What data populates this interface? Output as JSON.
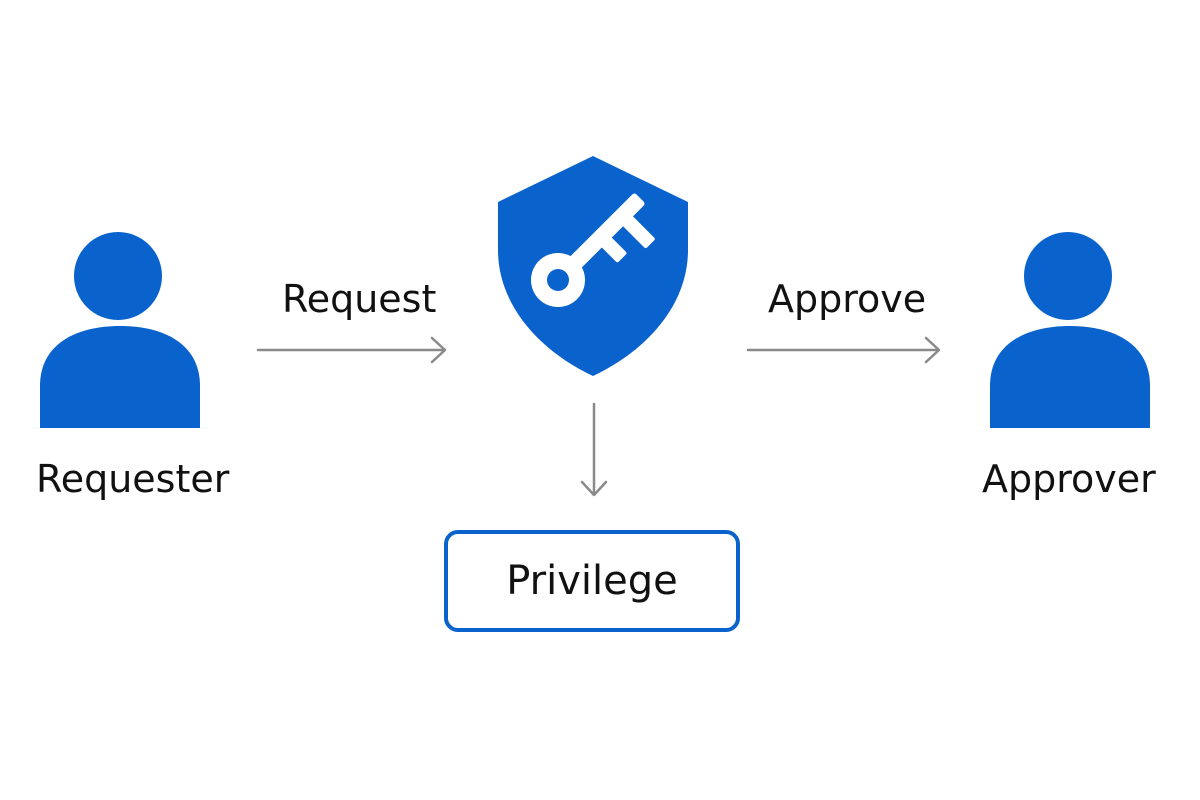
{
  "colors": {
    "accent": "#0a62cd",
    "arrow": "#8a8a8a",
    "text": "#111111",
    "background": "#ffffff"
  },
  "nodes": {
    "requester": {
      "label": "Requester",
      "icon": "person-icon"
    },
    "approver": {
      "label": "Approver",
      "icon": "person-icon"
    },
    "policy": {
      "icon": "shield-key-icon"
    },
    "privilege": {
      "label": "Privilege"
    }
  },
  "edges": {
    "request": {
      "label": "Request",
      "icon": "arrow-right-icon"
    },
    "approve": {
      "label": "Approve",
      "icon": "arrow-right-icon"
    },
    "grant": {
      "icon": "arrow-down-icon"
    }
  }
}
